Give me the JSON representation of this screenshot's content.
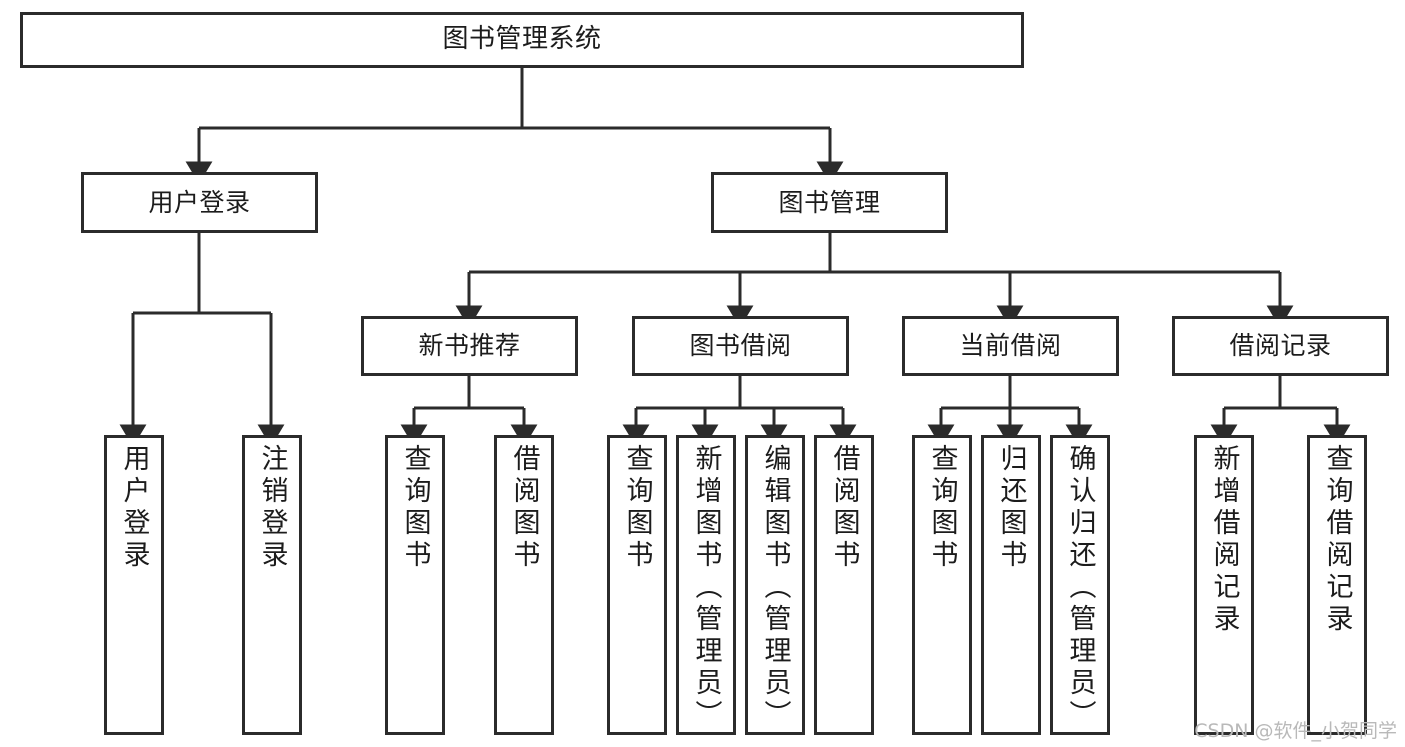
{
  "diagram": {
    "title": "图书管理系统",
    "type": "tree-hierarchy",
    "watermark": "CSDN @软件_小贺同学",
    "colors": {
      "box_border": "#2b2b2b",
      "box_fill": "#ffffff",
      "edge": "#2b2b2b",
      "text": "#1c1c1c",
      "watermark": "#b9b9b9",
      "background": "#ffffff"
    },
    "nodes": {
      "root": {
        "id": "root",
        "label": "图书管理系统",
        "level": 0,
        "orientation": "horizontal"
      },
      "l1": [
        {
          "id": "user-login",
          "label": "用户登录",
          "level": 1,
          "orientation": "horizontal"
        },
        {
          "id": "book-manage",
          "label": "图书管理",
          "level": 1,
          "orientation": "horizontal"
        }
      ],
      "l2": [
        {
          "id": "new-book-recommend",
          "label": "新书推荐",
          "level": 2,
          "orientation": "horizontal",
          "parent": "book-manage"
        },
        {
          "id": "book-borrow",
          "label": "图书借阅",
          "level": 2,
          "orientation": "horizontal",
          "parent": "book-manage"
        },
        {
          "id": "current-borrow",
          "label": "当前借阅",
          "level": 2,
          "orientation": "horizontal",
          "parent": "book-manage"
        },
        {
          "id": "borrow-record",
          "label": "借阅记录",
          "level": 2,
          "orientation": "horizontal",
          "parent": "book-manage"
        }
      ],
      "leaves": [
        {
          "id": "leaf-user-login",
          "label": "用户登录",
          "parent": "user-login"
        },
        {
          "id": "leaf-logout",
          "label": "注销登录",
          "parent": "user-login"
        },
        {
          "id": "leaf-query-book-1",
          "label": "查询图书",
          "parent": "new-book-recommend"
        },
        {
          "id": "leaf-borrow-book-1",
          "label": "借阅图书",
          "parent": "new-book-recommend"
        },
        {
          "id": "leaf-query-book-2",
          "label": "查询图书",
          "parent": "book-borrow"
        },
        {
          "id": "leaf-add-book-admin",
          "label": "新增图书（管理员）",
          "parent": "book-borrow"
        },
        {
          "id": "leaf-edit-book-admin",
          "label": "编辑图书（管理员）",
          "parent": "book-borrow"
        },
        {
          "id": "leaf-borrow-book-2",
          "label": "借阅图书",
          "parent": "book-borrow"
        },
        {
          "id": "leaf-query-book-3",
          "label": "查询图书",
          "parent": "current-borrow"
        },
        {
          "id": "leaf-return-book",
          "label": "归还图书",
          "parent": "current-borrow"
        },
        {
          "id": "leaf-confirm-return",
          "label": "确认归还（管理员）",
          "parent": "current-borrow"
        },
        {
          "id": "leaf-add-record",
          "label": "新增借阅记录",
          "parent": "borrow-record"
        },
        {
          "id": "leaf-query-record",
          "label": "查询借阅记录",
          "parent": "borrow-record"
        }
      ]
    }
  }
}
